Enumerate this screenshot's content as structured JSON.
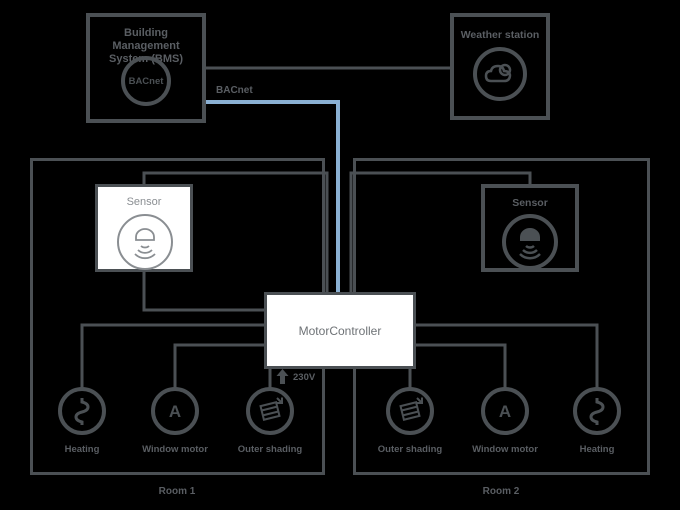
{
  "colors": {
    "background": "#000000",
    "line": "#4b5054",
    "accent_blue": "#8ab0d3",
    "panel_white": "#ffffff",
    "text": "#5a5e63"
  },
  "bms": {
    "title_line1": "Building Management",
    "title_line2": "System (BMS)",
    "badge": "BACnet"
  },
  "weather_station": {
    "title": "Weather station"
  },
  "bus": {
    "label": "BACnet"
  },
  "controller": {
    "label": "MotorController",
    "power": "230V"
  },
  "window_motor_glyph": "A",
  "rooms": [
    {
      "label": "Room 1",
      "sensor": "Sensor",
      "devices": [
        {
          "label": "Heating",
          "icon": "heating-icon"
        },
        {
          "label": "Window motor",
          "icon": "window-motor-icon"
        },
        {
          "label": "Outer shading",
          "icon": "outer-shading-icon"
        }
      ]
    },
    {
      "label": "Room 2",
      "sensor": "Sensor",
      "devices": [
        {
          "label": "Outer shading",
          "icon": "outer-shading-icon"
        },
        {
          "label": "Window motor",
          "icon": "window-motor-icon"
        },
        {
          "label": "Heating",
          "icon": "heating-icon"
        }
      ]
    }
  ],
  "icons": {
    "bms_badge": "bacnet-badge",
    "weather": "weather-cloud-icon",
    "sensor": "motion-sensor-icon",
    "power": "up-arrow-icon"
  }
}
